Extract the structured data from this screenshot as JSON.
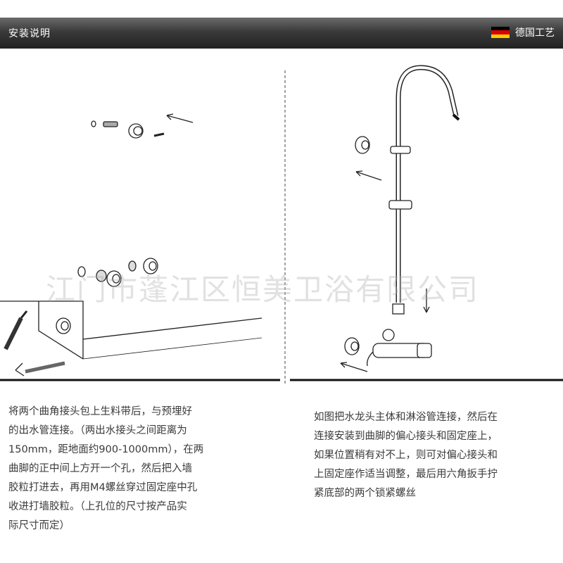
{
  "header": {
    "title": "安装说明",
    "badge_text": "德国工艺",
    "flag_colors": [
      "#000000",
      "#dd0000",
      "#ffce00"
    ]
  },
  "watermark": "江门市蓬江区恒美卫浴有限公司",
  "left_caption": {
    "lines": [
      "将两个曲角接头包上生料带后，与预埋好",
      "的出水管连接。（两出水接头之间距离为",
      "150mm，距地面约900-1000mm），在两",
      "曲脚的正中间上方开一个孔，然后把入墙",
      "胶粒打进去，再用M4螺丝穿过固定座中孔",
      "收进打墙胶粒。（上孔位的尺寸按产品实",
      "际尺寸而定）"
    ]
  },
  "right_caption": {
    "lines": [
      "如图把水龙头主体和淋浴管连接，然后在",
      "连接安装到曲脚的偏心接头和固定座上，",
      "如果位置稍有对不上，则可对偏心接头和",
      "上固定座作适当调整，最后用六角扳手拧",
      "紧底部的两个锁紧螺丝"
    ]
  }
}
